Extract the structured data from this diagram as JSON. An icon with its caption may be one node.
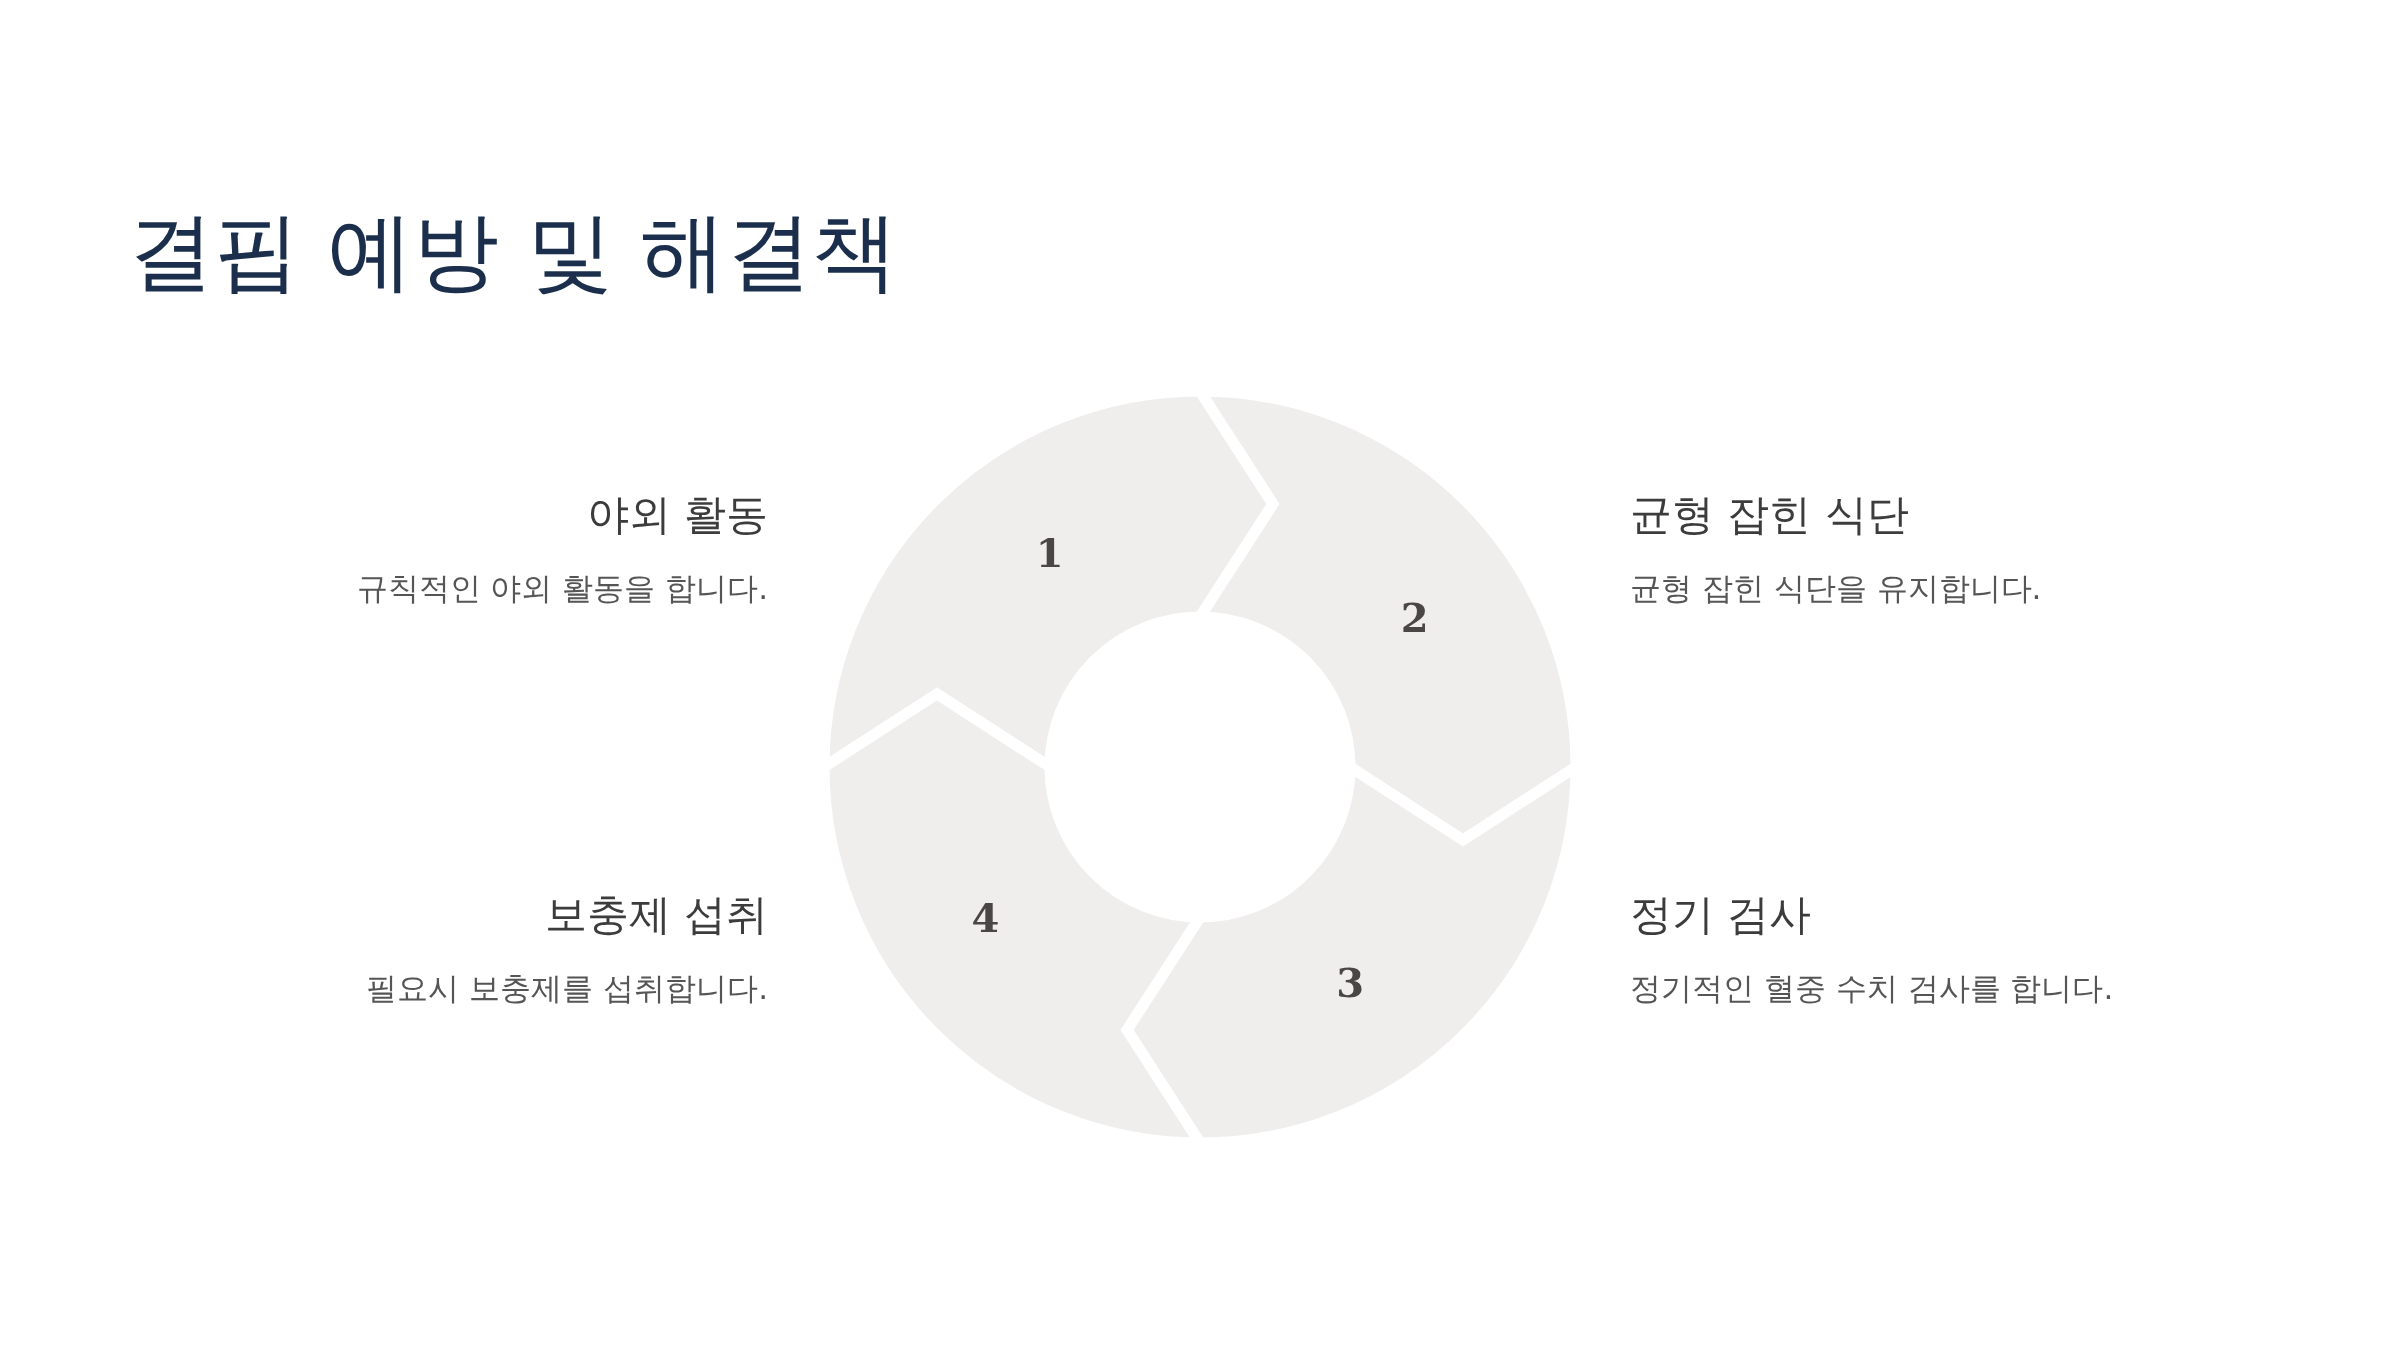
{
  "diagram": {
    "title": "결핍 예방 및 해결책",
    "nodes": [
      {
        "text": [
          "1"
        ],
        "beside": [
          "야외 활동",
          "규칙적인 야외 활동을 합니다."
        ]
      },
      {
        "text": [
          "2"
        ],
        "beside": [
          "균형 잡힌 식단",
          "균형 잡힌 식단을 유지합니다."
        ]
      },
      {
        "text": [
          "3"
        ],
        "beside": [
          "정기 검사",
          "정기적인 혈중 수치 검사를 합니다."
        ]
      },
      {
        "text": [
          "4"
        ],
        "beside": [
          "보충제 섭취",
          "필요시 보충제를 섭취합니다."
        ]
      }
    ],
    "edges": []
  }
}
